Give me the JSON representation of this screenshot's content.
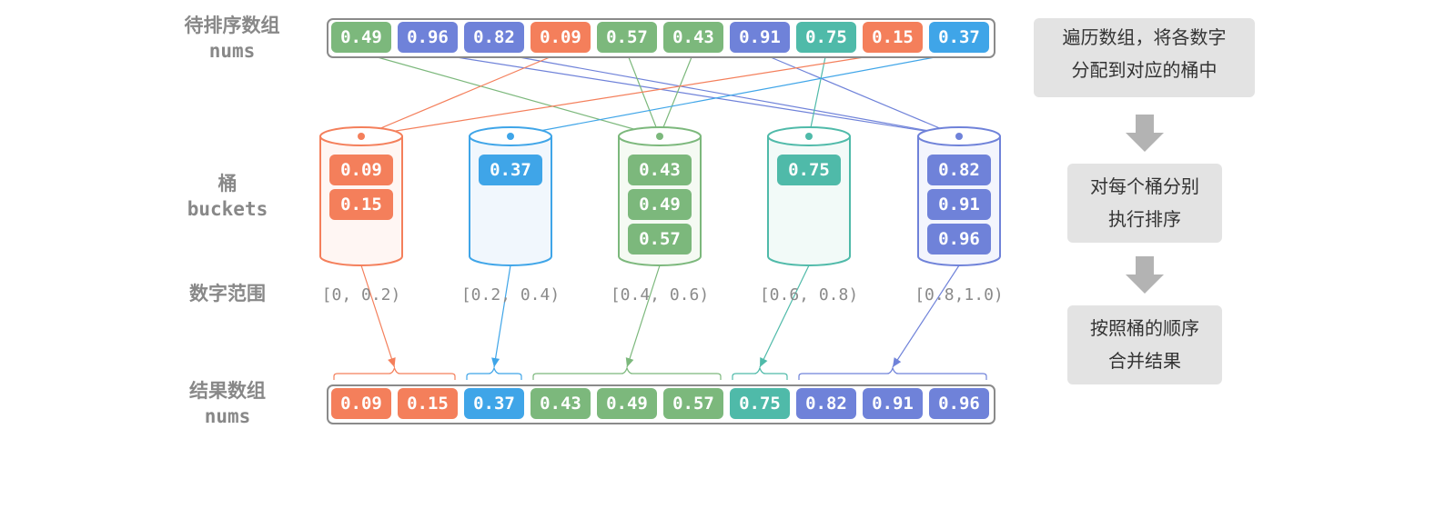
{
  "labels": {
    "input_zh": "待排序数组",
    "input_en": "nums",
    "buckets_zh": "桶",
    "buckets_en": "buckets",
    "range_zh": "数字范围",
    "result_zh": "结果数组",
    "result_en": "nums"
  },
  "colors": {
    "orange": "#f47f5b",
    "blue": "#3fa5e8",
    "green": "#7cb87c",
    "teal": "#4fbaa9",
    "purple": "#6f82d9",
    "frame": "#8a8a8a",
    "step_bg": "#e3e3e3",
    "arrow": "#b3b3b3"
  },
  "input": [
    {
      "text": "0.49",
      "color": "green",
      "bucket": 2
    },
    {
      "text": "0.96",
      "color": "purple",
      "bucket": 4
    },
    {
      "text": "0.82",
      "color": "purple",
      "bucket": 4
    },
    {
      "text": "0.09",
      "color": "orange",
      "bucket": 0
    },
    {
      "text": "0.57",
      "color": "green",
      "bucket": 2
    },
    {
      "text": "0.43",
      "color": "green",
      "bucket": 2
    },
    {
      "text": "0.91",
      "color": "purple",
      "bucket": 4
    },
    {
      "text": "0.75",
      "color": "teal",
      "bucket": 3
    },
    {
      "text": "0.15",
      "color": "orange",
      "bucket": 0
    },
    {
      "text": "0.37",
      "color": "blue",
      "bucket": 1
    }
  ],
  "buckets": [
    {
      "color": "orange",
      "range": "[0, 0.2)",
      "items": [
        "0.09",
        "0.15"
      ]
    },
    {
      "color": "blue",
      "range": "[0.2, 0.4)",
      "items": [
        "0.37"
      ]
    },
    {
      "color": "green",
      "range": "[0.4, 0.6)",
      "items": [
        "0.43",
        "0.49",
        "0.57"
      ]
    },
    {
      "color": "teal",
      "range": "[0.6, 0.8)",
      "items": [
        "0.75"
      ]
    },
    {
      "color": "purple",
      "range": "[0.8,1.0)",
      "items": [
        "0.82",
        "0.91",
        "0.96"
      ]
    }
  ],
  "result": [
    {
      "text": "0.09",
      "color": "orange"
    },
    {
      "text": "0.15",
      "color": "orange"
    },
    {
      "text": "0.37",
      "color": "blue"
    },
    {
      "text": "0.43",
      "color": "green"
    },
    {
      "text": "0.49",
      "color": "green"
    },
    {
      "text": "0.57",
      "color": "green"
    },
    {
      "text": "0.75",
      "color": "teal"
    },
    {
      "text": "0.82",
      "color": "purple"
    },
    {
      "text": "0.91",
      "color": "purple"
    },
    {
      "text": "0.96",
      "color": "purple"
    }
  ],
  "steps": [
    {
      "line1": "遍历数组，将各数字",
      "line2": "分配到对应的桶中"
    },
    {
      "line1": "对每个桶分别",
      "line2": "执行排序"
    },
    {
      "line1": "按照桶的顺序",
      "line2": "合并结果"
    }
  ]
}
